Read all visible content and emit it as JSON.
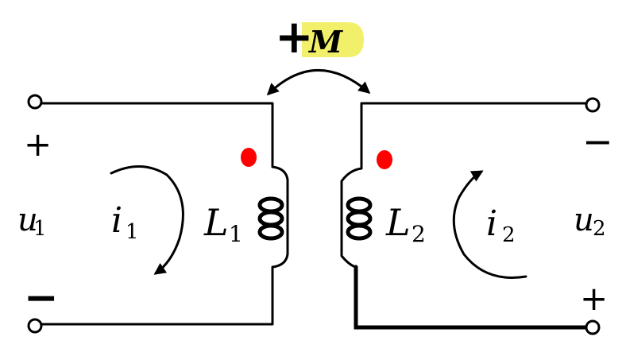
{
  "mutual": {
    "sign": "+",
    "symbol": "M"
  },
  "coils": {
    "primary": {
      "symbol": "L",
      "sub": "1"
    },
    "secondary": {
      "symbol": "L",
      "sub": "2"
    }
  },
  "currents": {
    "primary": {
      "symbol": "i",
      "sub": "1"
    },
    "secondary": {
      "symbol": "i",
      "sub": "2"
    }
  },
  "voltages": {
    "primary": {
      "symbol": "u",
      "sub": "1",
      "top_sign": "+",
      "bottom_sign": "−"
    },
    "secondary": {
      "symbol": "u",
      "sub": "2",
      "top_sign": "−",
      "bottom_sign": "+"
    }
  },
  "colors": {
    "dot": "#ff0000",
    "mutual_sign": "#ff0000",
    "highlight": "#f2f06a",
    "wire": "#000000"
  }
}
